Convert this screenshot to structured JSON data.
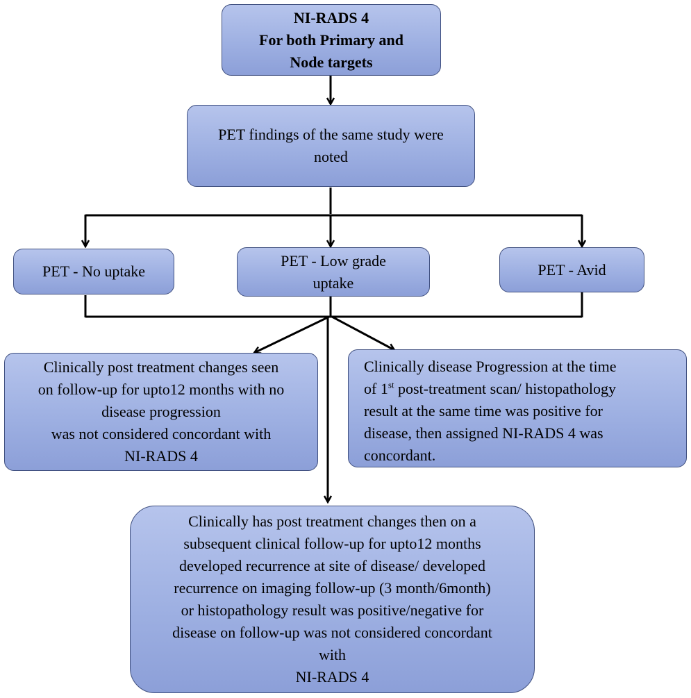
{
  "nodes": {
    "start": {
      "text": "NI-RADS 4\nFor both Primary and\nNode targets"
    },
    "pet_findings": {
      "text": "PET findings of the same study were\nnoted"
    },
    "pet_no_uptake": {
      "text": "PET - No uptake"
    },
    "pet_low_grade": {
      "text": "PET - Low grade\nuptake"
    },
    "pet_avid": {
      "text": "PET - Avid"
    },
    "not_concordant_left": {
      "text": "Clinically post treatment changes seen\non follow-up for upto12 months with no\ndisease progression\nwas not considered concordant with\nNI-RADS 4"
    },
    "concordant_right": {
      "line1": "Clinically disease Progression at the time",
      "line2_pre": "of 1",
      "line2_sup": "st",
      "line2_post": " post-treatment scan/ histopathology",
      "rest": "result at the same time was positive for\ndisease, then assigned NI-RADS 4 was\nconcordant."
    },
    "not_concordant_bottom": {
      "text": "Clinically has post treatment changes then on a\nsubsequent clinical follow-up for upto12 months\ndeveloped recurrence at site of disease/ developed\nrecurrence on imaging follow-up (3 month/6month)\nor histopathology result was positive/negative for\ndisease on follow-up was not considered concordant\nwith\nNI-RADS 4"
    }
  }
}
